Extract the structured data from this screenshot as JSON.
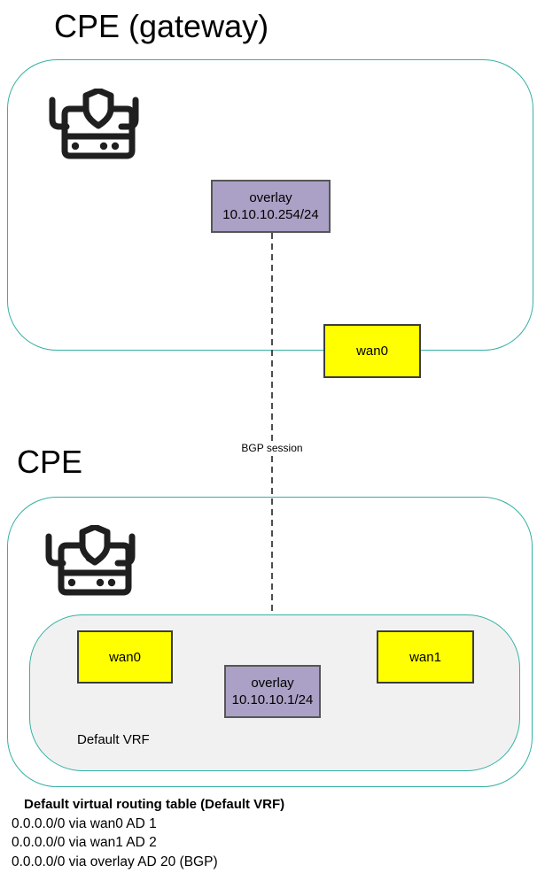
{
  "gateway": {
    "title": "CPE (gateway)",
    "overlay_box": {
      "line1": "overlay",
      "line2": "10.10.10.254/24"
    },
    "wan0_label": "wan0"
  },
  "edge": {
    "bgp_label": "BGP session"
  },
  "cpe": {
    "title": "CPE",
    "vrf_label": "Default VRF",
    "wan0_label": "wan0",
    "wan1_label": "wan1",
    "overlay_box": {
      "line1": "overlay",
      "line2": "10.10.10.1/24"
    }
  },
  "routing_table": {
    "header": "Default virtual routing table (Default VRF)",
    "routes": [
      "0.0.0.0/0 via wan0 AD 1",
      "0.0.0.0/0 via wan1 AD 2",
      "0.0.0.0/0 via overlay AD 20 (BGP)"
    ]
  },
  "icons": {
    "device": "shield-router-icon"
  },
  "colors": {
    "zone_border_teal": "#35b1a3",
    "interface_yellow": "#ffff00",
    "overlay_purple": "#aba1c6",
    "vrf_fill": "#f1f1f1",
    "icon_black": "#1f1f1f",
    "edge_gray": "#3a3a3a"
  }
}
